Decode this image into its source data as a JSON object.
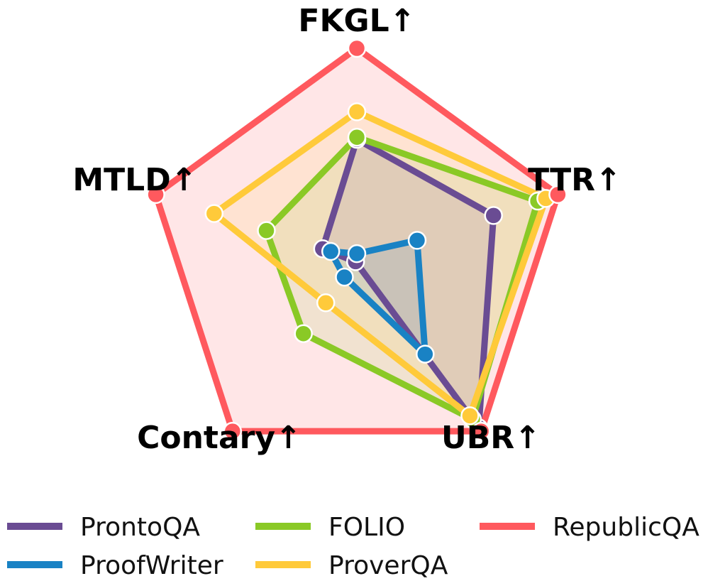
{
  "chart_data": {
    "type": "radar",
    "axes": [
      "FKGL↑",
      "TTR↑",
      "UBR↑",
      "Contary↑",
      "MTLD↑"
    ],
    "range": [
      0,
      1
    ],
    "grid": false,
    "legend_position": "bottom",
    "series": [
      {
        "name": "ProntoQA",
        "color": "#6a4c93",
        "values": [
          0.57,
          0.68,
          0.98,
          0.01,
          0.17
        ]
      },
      {
        "name": "ProofWriter",
        "color": "#1982c4",
        "values": [
          0.03,
          0.3,
          0.55,
          0.1,
          0.13
        ]
      },
      {
        "name": "FOLIO",
        "color": "#8ac926",
        "values": [
          0.58,
          0.9,
          0.93,
          0.43,
          0.45
        ]
      },
      {
        "name": "ProverQA",
        "color": "#ffca3a",
        "values": [
          0.7,
          0.94,
          0.91,
          0.25,
          0.71
        ]
      },
      {
        "name": "RepublicQA",
        "color": "#ff595e",
        "values": [
          1.0,
          1.0,
          1.0,
          1.0,
          1.0
        ]
      }
    ]
  }
}
